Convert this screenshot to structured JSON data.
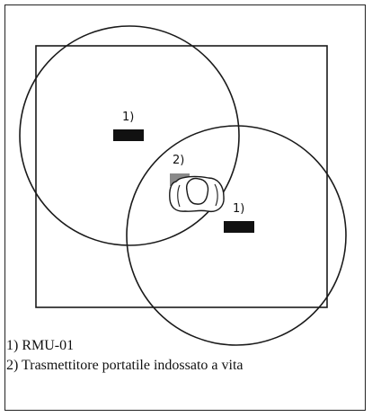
{
  "diagram": {
    "markers": [
      {
        "id": "rmu-left",
        "label": "1)"
      },
      {
        "id": "rmu-right",
        "label": "1)"
      },
      {
        "id": "transmitter",
        "label": "2)"
      }
    ]
  },
  "legend": {
    "items": [
      "1) RMU-01",
      "2) Trasmettitore portatile indossato a vita"
    ]
  },
  "colors": {
    "line": "#1a1a1a",
    "receiver": "#111111",
    "transmitter_tag": "#8a8a8a"
  }
}
